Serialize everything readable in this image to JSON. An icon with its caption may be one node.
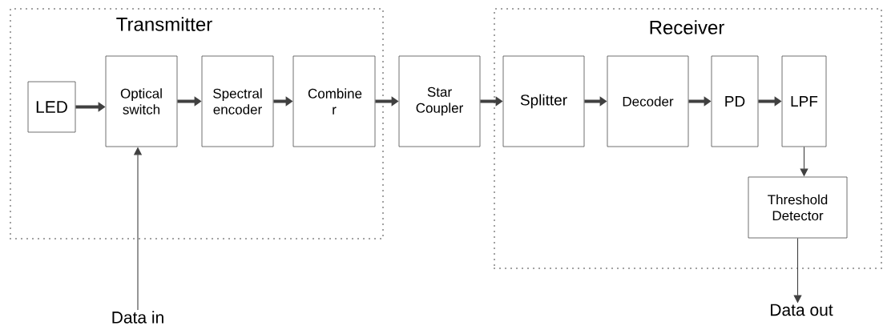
{
  "diagram": {
    "nodes": [
      {
        "text": [
          "Transmitter"
        ]
      },
      {
        "text": [
          "LED"
        ],
        "in": 0
      },
      {
        "text": [
          "Optical switch"
        ],
        "in": 0
      },
      {
        "text": [
          "Spectral encoder"
        ],
        "in": 0
      },
      {
        "text": [
          "Combine r"
        ],
        "in": 0
      },
      {
        "text": [
          "Star Coupler"
        ]
      },
      {
        "text": [
          "Receiver"
        ]
      },
      {
        "text": [
          "Splitter"
        ],
        "in": 6
      },
      {
        "text": [
          "Decoder"
        ],
        "in": 6
      },
      {
        "text": [
          "PD"
        ],
        "in": 6
      },
      {
        "text": [
          "LPF"
        ],
        "in": 6
      },
      {
        "text": [
          "Threshold Detector"
        ],
        "in": 6
      },
      {
        "text": [
          "Data in"
        ]
      },
      {
        "text": [
          "Data out"
        ]
      }
    ],
    "edges": [
      {
        "from": 1,
        "to": 2,
        "arrow": "to"
      },
      {
        "from": 2,
        "to": 3,
        "arrow": "to"
      },
      {
        "from": 3,
        "to": 4,
        "arrow": "to"
      },
      {
        "from": 4,
        "to": 5,
        "arrow": "to"
      },
      {
        "from": 5,
        "to": 7,
        "arrow": "to"
      },
      {
        "from": 7,
        "to": 8,
        "arrow": "to"
      },
      {
        "from": 8,
        "to": 9,
        "arrow": "to"
      },
      {
        "from": 9,
        "to": 10,
        "arrow": "to"
      },
      {
        "from": 10,
        "to": 11,
        "arrow": "to"
      },
      {
        "from": 12,
        "to": 2,
        "arrow": "to"
      },
      {
        "from": 11,
        "to": 13,
        "arrow": "to"
      }
    ]
  }
}
